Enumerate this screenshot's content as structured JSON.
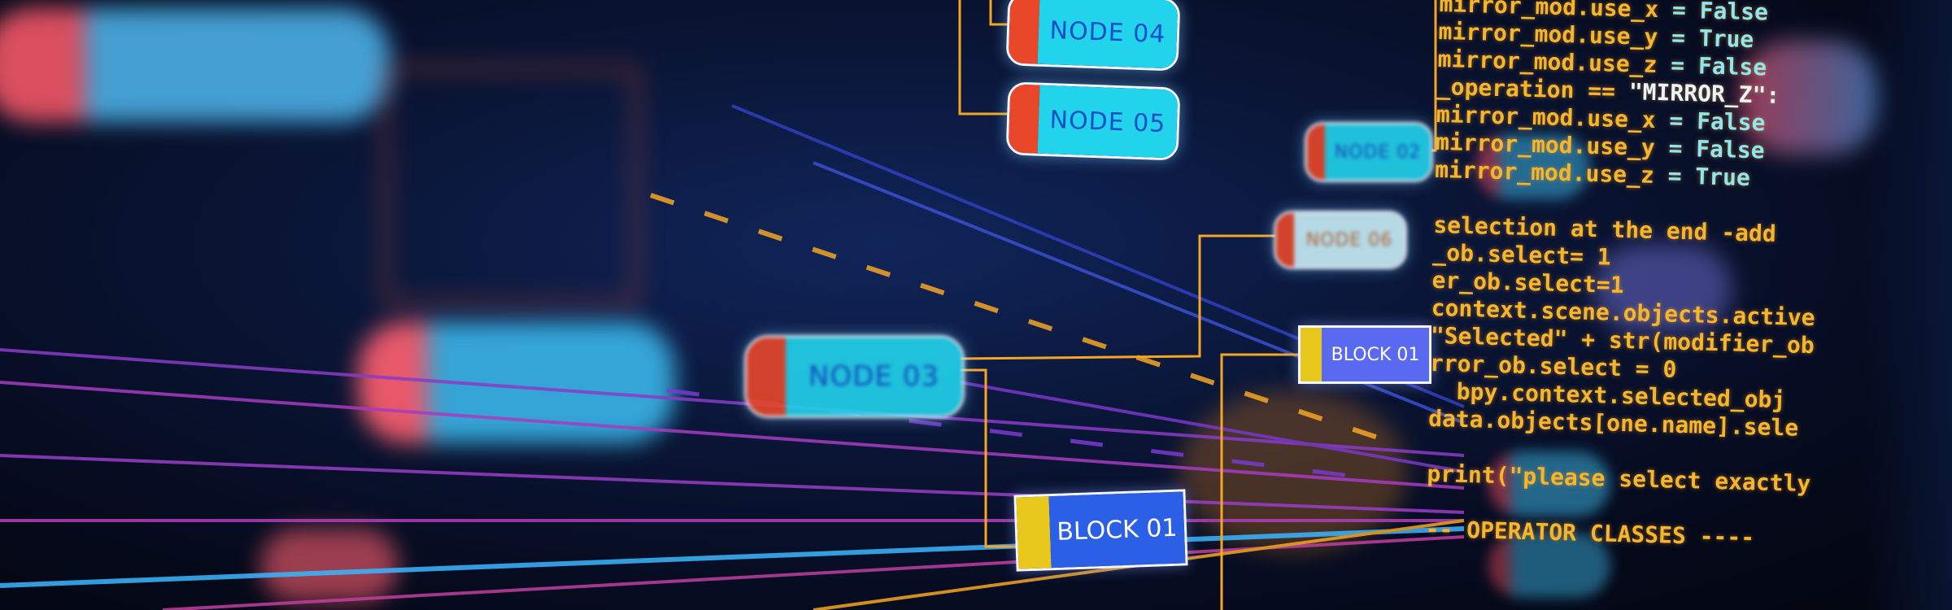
{
  "nodes": {
    "node04": "NODE 04",
    "node05": "NODE 05",
    "node03": "NODE 03",
    "node02": "NODE 02",
    "node06": "NODE 06",
    "block_upper": "BLOCK 01",
    "block_lower": "BLOCK 01"
  },
  "code_lines": [
    {
      "a": "mirror_mod.use_x ",
      "b": "= False"
    },
    {
      "a": "mirror_mod.use_y ",
      "b": "= True"
    },
    {
      "a": "mirror_mod.use_z ",
      "b": "= False"
    },
    {
      "a": "_operation == ",
      "b": "\"MIRROR_Z\":"
    },
    {
      "a": "mirror_mod.use_x ",
      "b": "= False"
    },
    {
      "a": "mirror_mod.use_y ",
      "b": "= False"
    },
    {
      "a": "mirror_mod.use_z ",
      "b": "= True"
    },
    {
      "a": "",
      "b": ""
    },
    {
      "a": "selection at the end -add",
      "b": ""
    },
    {
      "a": "_ob.select= 1",
      "b": ""
    },
    {
      "a": "er_ob.select=1",
      "b": ""
    },
    {
      "a": "context.scene.objects.active",
      "b": ""
    },
    {
      "a": "\"Selected\" + str(modifier_ob",
      "b": ""
    },
    {
      "a": "rror_ob.select = 0",
      "b": ""
    },
    {
      "a": "  bpy.context.selected_obj",
      "b": ""
    },
    {
      "a": "data.objects[one.name].sele",
      "b": ""
    },
    {
      "a": "",
      "b": ""
    },
    {
      "a": "print(\"please select exactly",
      "b": ""
    },
    {
      "a": "",
      "b": ""
    },
    {
      "a": "-- OPERATOR CLASSES ----",
      "b": ""
    }
  ],
  "colors": {
    "node_fill": "#22d3ec",
    "node_tab": "#e8472a",
    "block_fill": "#2a5fe6",
    "block_tab": "#e8c81c",
    "code": "#f7b52c",
    "connector": "#f5a623"
  }
}
